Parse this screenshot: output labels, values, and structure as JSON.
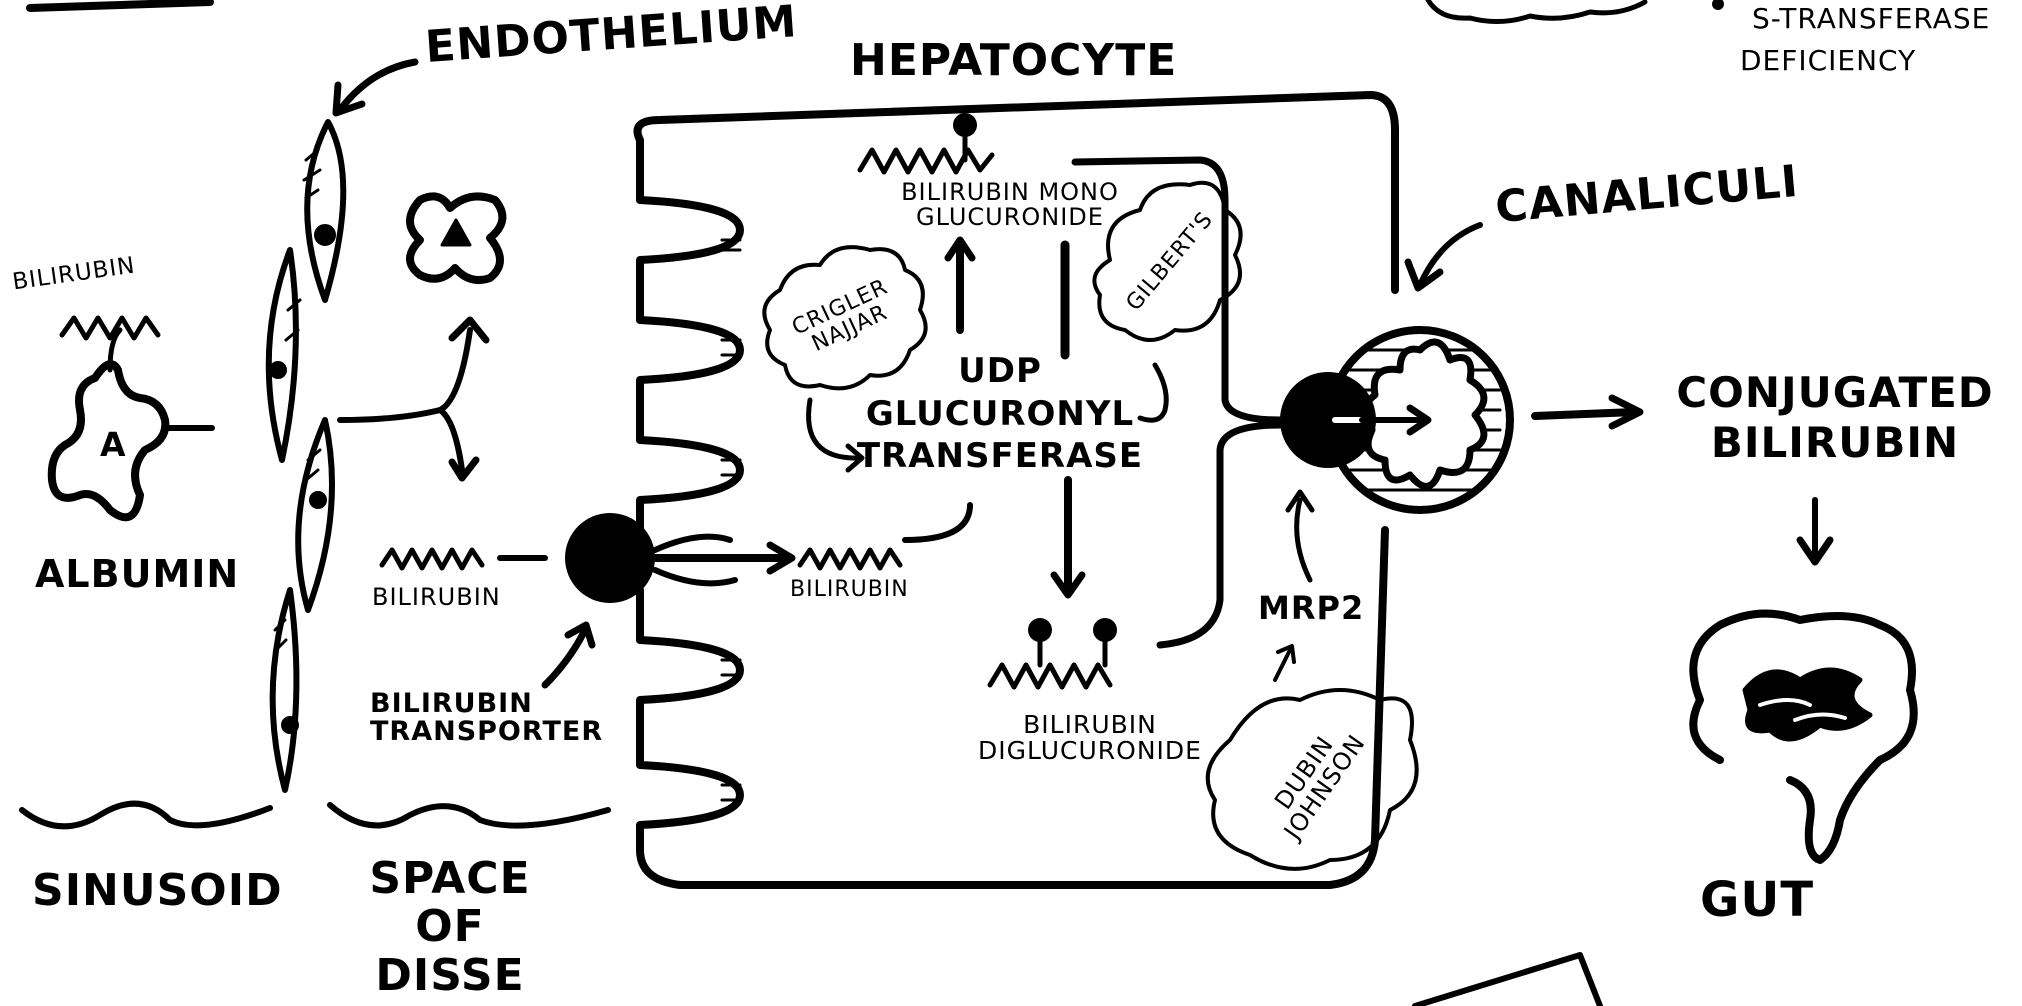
{
  "diagram": {
    "labels": {
      "endothelium": "ENDOTHELIUM",
      "hepatocyte": "HEPATOCYTE",
      "s_transferase": "S-TRANSFERASE",
      "deficiency": "DEFICIENCY",
      "canaliculi": "CANALICULI",
      "bilirubin_top_left": "BILIRUBIN",
      "albumin_letter": "A",
      "albumin": "ALBUMIN",
      "bilirubin_space": "BILIRUBIN",
      "bilirubin_transporter": "BILIRUBIN TRANSPORTER",
      "bilirubin_cell": "BILIRUBIN",
      "mono_glucuronide": "BILIRUBIN MONO GLUCURONIDE",
      "crigler_najjar": "CRIGLER NAJJAR",
      "gilberts": "GILBERT'S",
      "udp_glucuronyl_transferase": "UDP GLUCURONYL TRANSFERASE",
      "diglucuronide": "BILIRUBIN DIGLUCURONIDE",
      "mrp2": "MRP2",
      "dubin_johnson": "DUBIN JOHNSON",
      "conjugated_bilirubin": "CONJUGATED BILIRUBIN",
      "gut": "GUT",
      "sinusoid": "SINUSOID",
      "space_of_disse": "SPACE OF DISSE"
    },
    "colors": {
      "ink": "#000000",
      "paper": "#ffffff"
    }
  }
}
